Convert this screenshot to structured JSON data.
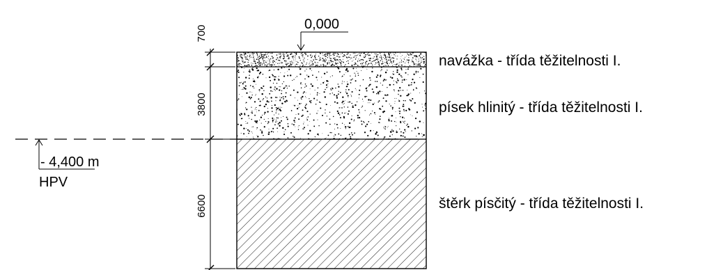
{
  "diagram": {
    "top_level_mark": "0,000",
    "groundwater": {
      "level": "- 4,400 m",
      "abbreviation": "HPV"
    },
    "dimensions": [
      "700",
      "3800",
      "6600"
    ],
    "layers": [
      {
        "label": "navážka - třída těžitelnosti I.",
        "thickness_mm": 700,
        "pattern": "dense-stipple"
      },
      {
        "label": "písek hlinitý - třída těžitelnosti I.",
        "thickness_mm": 3800,
        "pattern": "sparse-stipple"
      },
      {
        "label": "štěrk písčitý - třída těžitelnosti I.",
        "thickness_mm": 6600,
        "pattern": "diagonal-hatch"
      }
    ]
  }
}
